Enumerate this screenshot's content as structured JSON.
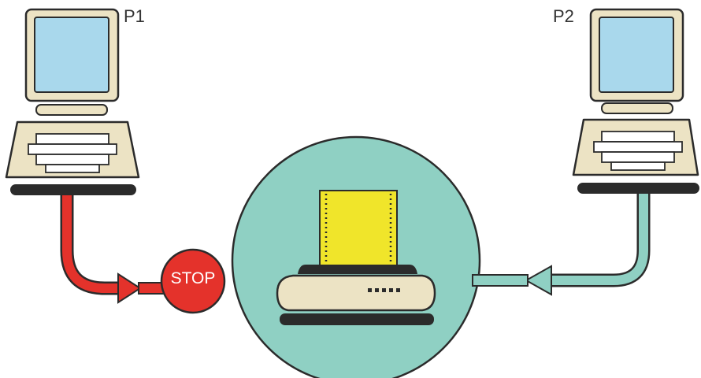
{
  "computers": [
    {
      "label": "P1",
      "role": "blocked"
    },
    {
      "label": "P2",
      "role": "active"
    }
  ],
  "stop_sign": {
    "label": "STOP"
  },
  "colors": {
    "blocked_arrow": "#e4322b",
    "active_arrow": "#8fd0c3",
    "printer_zone": "#8fd0c3",
    "paper": "#f0e52a",
    "screen": "#a9d8ec",
    "beige": "#ece3c4",
    "dark": "#2b2b2b"
  },
  "icons": [
    "computer-icon",
    "printer-icon",
    "stop-sign-icon",
    "arrow-icon"
  ]
}
